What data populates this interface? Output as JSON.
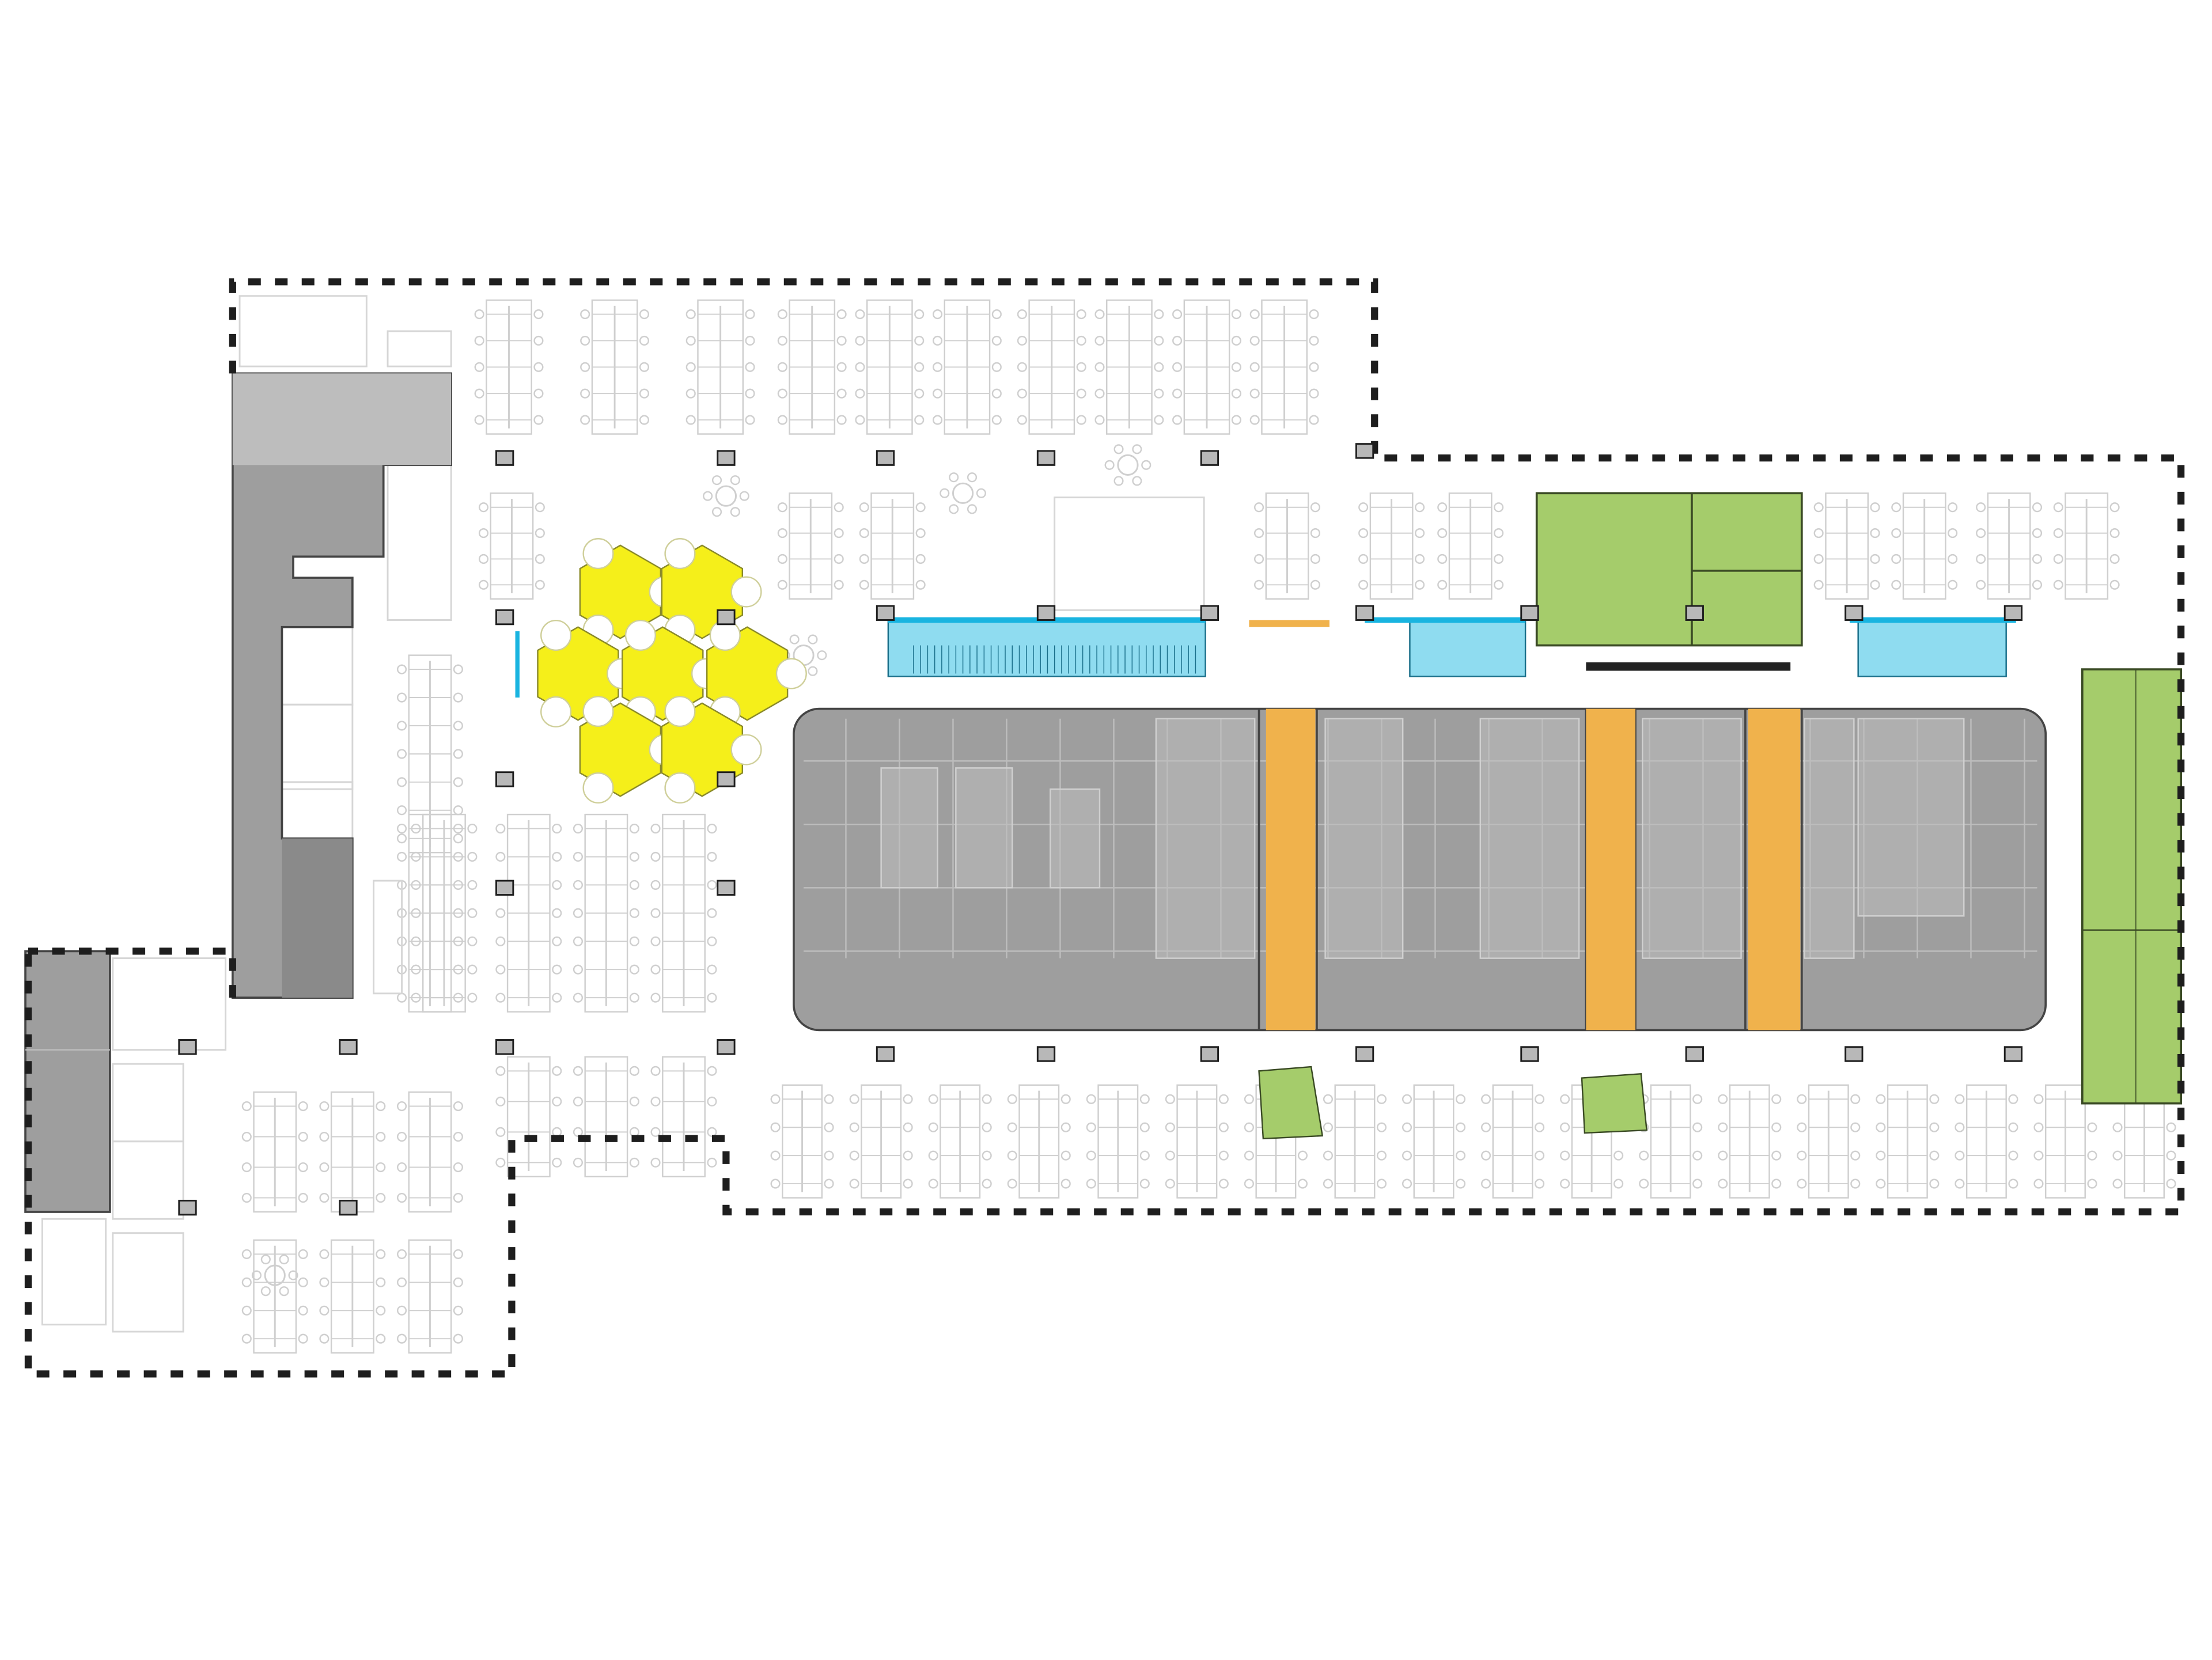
{
  "colors": {
    "background": "#ffffff",
    "core_gray": "#9e9e9e",
    "core_gray_light": "#bdbdbd",
    "core_gray_dark": "#8a8a8a",
    "core_stroke": "#444444",
    "room_line": "#d6d6d6",
    "furniture_line": "#cfcfcf",
    "column_fill": "#b8b8b8",
    "column_stroke": "#1e1e1e",
    "feature_yellow": "#f5ef1a",
    "feature_blue": "#8fdcf0",
    "feature_blue_edge": "#19b4e0",
    "feature_green": "#a5cc6b",
    "feature_orange": "#f0b24c"
  },
  "legend": {
    "feature_yellow": "yellow-pod-cluster",
    "feature_blue": "blue-glass-room",
    "feature_green": "green-meeting-room",
    "feature_orange": "orange-connector"
  }
}
